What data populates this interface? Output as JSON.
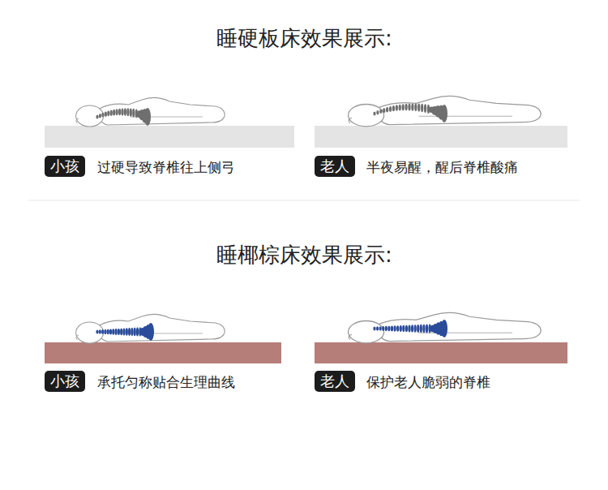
{
  "diagram": {
    "nodes": [
      {
        "text": [
          "小孩"
        ]
      },
      {
        "text": [
          "老人"
        ]
      },
      {
        "text": [
          "小孩"
        ]
      },
      {
        "text": [
          "老人"
        ]
      }
    ],
    "labels": [
      "睡硬板床效果展示:",
      "过硬导致脊椎往上侧弓",
      "半夜易醒，醒后脊椎酸痛",
      "睡椰棕床效果展示:",
      "承托匀称贴合生理曲线",
      "保护老人脆弱的脊椎"
    ]
  }
}
